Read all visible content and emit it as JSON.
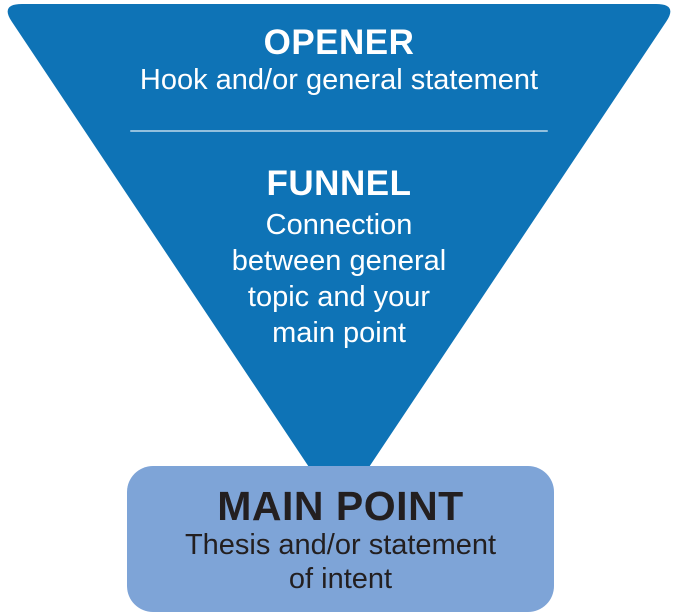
{
  "diagram": {
    "type": "introduction-paragraph-funnel",
    "colors": {
      "triangle_blue": "#0e73b6",
      "box_light_blue": "#7ea4d7",
      "light_text": "#ffffff",
      "dark_text": "#231f20",
      "divider": "rgba(255,255,255,0.55)"
    },
    "sections": {
      "opener": {
        "label": "OPENER",
        "description": "Hook and/or general statement"
      },
      "funnel": {
        "label": "FUNNEL",
        "description_lines": [
          "Connection",
          "between general",
          "topic and your",
          "main point"
        ]
      },
      "main_point": {
        "label": "MAIN POINT",
        "description_lines": [
          "Thesis and/or statement",
          "of intent"
        ]
      }
    }
  }
}
